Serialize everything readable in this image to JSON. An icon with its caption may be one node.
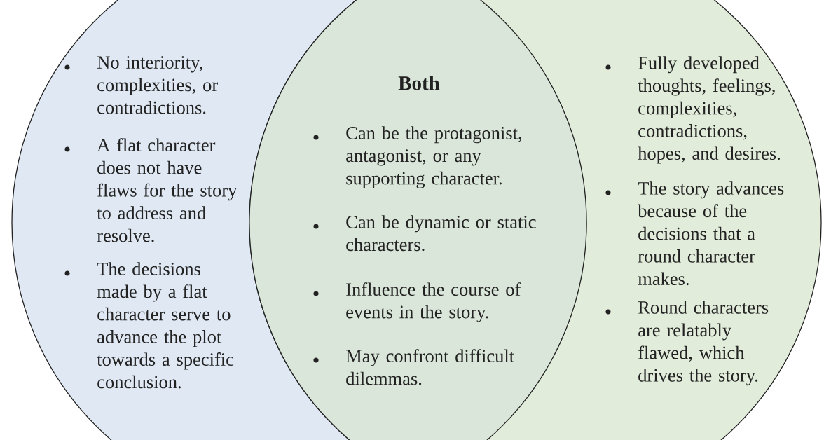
{
  "diagram": {
    "nodes": [
      {
        "text": [
          "No interiority, complexities, or contradictions.",
          "A flat character does not have flaws for the story to address and resolve.",
          "The decisions made by a flat character serve to advance the plot towards a specific conclusion."
        ]
      },
      {
        "text": [
          "Both",
          "Can be the protagonist, antagonist, or any supporting character.",
          "Can be dynamic or static characters.",
          "Influence the course of events in the story.",
          "May confront difficult dilemmas."
        ]
      },
      {
        "text": [
          "Fully developed thoughts, feelings, complexities, contradictions, hopes, and desires.",
          "The story advances because of the decisions that a round character makes.",
          "Round characters are relatably flawed, which drives the story."
        ]
      }
    ]
  }
}
